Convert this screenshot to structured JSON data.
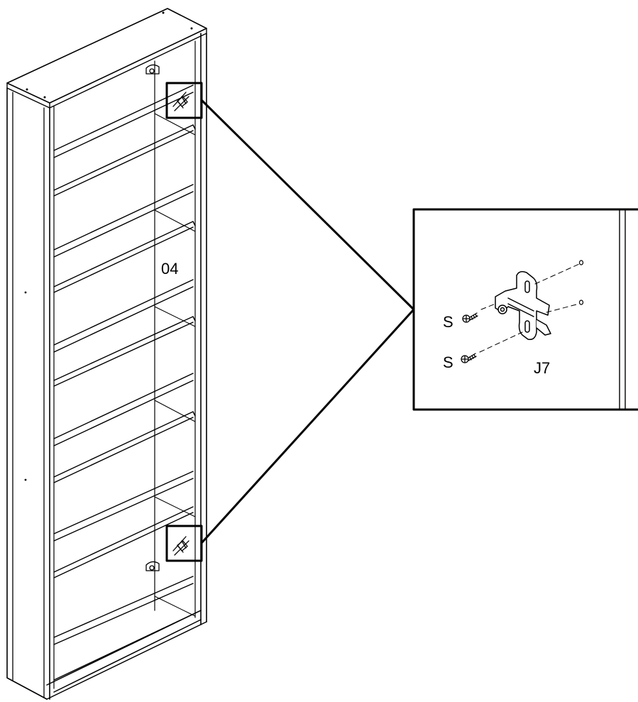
{
  "labels": {
    "panel_id": "04",
    "screw_top": "S",
    "screw_bottom": "S",
    "hinge_plate": "J7"
  }
}
